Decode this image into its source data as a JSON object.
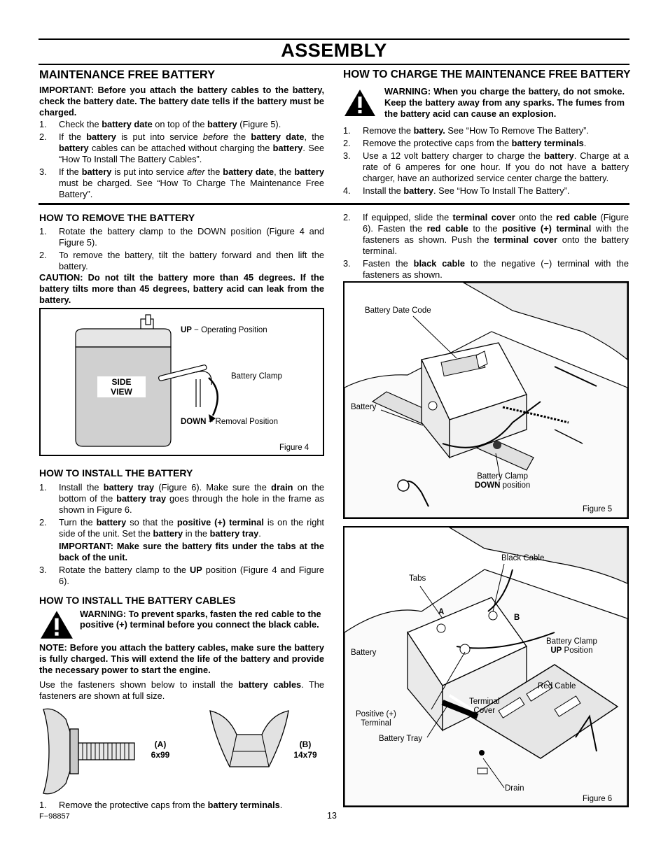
{
  "page_title": "ASSEMBLY",
  "left_top": {
    "heading": "MAINTENANCE FREE BATTERY",
    "important": "IMPORTANT: Before you attach the battery cables to the battery, check the battery date. The battery date tells if the battery must be charged.",
    "items": [
      {
        "num": "1.",
        "parts": [
          [
            "Check the ",
            0
          ],
          [
            "battery date",
            1
          ],
          [
            " on top of the ",
            0
          ],
          [
            "battery",
            1
          ],
          [
            " (Figure 5).",
            0
          ]
        ]
      },
      {
        "num": "2.",
        "parts": [
          [
            "If the ",
            0
          ],
          [
            "battery",
            1
          ],
          [
            " is put into service ",
            0
          ],
          [
            "before",
            2
          ],
          [
            " the ",
            0
          ],
          [
            "battery date",
            1
          ],
          [
            ", the ",
            0
          ],
          [
            "battery",
            1
          ],
          [
            " cables can be attached without charging the ",
            0
          ],
          [
            "battery",
            1
          ],
          [
            ". See “How To Install The Battery Cables”.",
            0
          ]
        ]
      },
      {
        "num": "3.",
        "parts": [
          [
            "If the ",
            0
          ],
          [
            "battery",
            1
          ],
          [
            " is put into service ",
            0
          ],
          [
            "after",
            2
          ],
          [
            " the ",
            0
          ],
          [
            "battery date",
            1
          ],
          [
            ", the ",
            0
          ],
          [
            "battery",
            1
          ],
          [
            " must be charged. See “How To Charge The Maintenance Free Battery”.",
            0
          ]
        ]
      }
    ]
  },
  "right_top": {
    "heading": "HOW TO CHARGE THE MAINTENANCE FREE BATTERY",
    "warning": "WARNING: When you charge the battery, do not smoke. Keep the battery away from any sparks. The fumes from the battery acid can cause an explosion.",
    "items": [
      {
        "num": "1.",
        "parts": [
          [
            "Remove the ",
            0
          ],
          [
            "battery.",
            1
          ],
          [
            " See “How To Remove The Battery”.",
            0
          ]
        ]
      },
      {
        "num": "2.",
        "parts": [
          [
            "Remove the protective caps from the ",
            0
          ],
          [
            "battery terminals",
            1
          ],
          [
            ".",
            0
          ]
        ]
      },
      {
        "num": "3.",
        "parts": [
          [
            "Use a 12 volt battery charger to charge the ",
            0
          ],
          [
            "battery",
            1
          ],
          [
            ". Charge at a rate of 6 amperes for one hour. If you do not have a battery charger, have an authorized service center charge the battery.",
            0
          ]
        ]
      },
      {
        "num": "4.",
        "parts": [
          [
            "Install the ",
            0
          ],
          [
            "battery",
            1
          ],
          [
            ". See “How To Install The Battery”.",
            0
          ]
        ]
      }
    ]
  },
  "remove": {
    "heading": "HOW TO REMOVE THE BATTERY",
    "items": [
      {
        "num": "1.",
        "parts": [
          [
            "Rotate the battery clamp to the DOWN position (Figure 4 and Figure 5).",
            0
          ]
        ]
      },
      {
        "num": "2.",
        "parts": [
          [
            "To remove the battery, tilt the battery forward and then lift the battery.",
            0
          ]
        ]
      }
    ],
    "caution": "CAUTION: Do not tilt the battery more than 45 degrees. If the battery tilts more than 45 degrees, battery acid can leak from the battery."
  },
  "figure4": {
    "side_view": [
      "SIDE",
      "VIEW"
    ],
    "up_bold": "UP",
    "up_rest": " − Operating Position",
    "clamp": "Battery Clamp",
    "down_bold": "DOWN",
    "down_rest": " − Removal Position",
    "caption": "Figure 4"
  },
  "install": {
    "heading": "HOW TO INSTALL THE BATTERY",
    "items": [
      {
        "num": "1.",
        "parts": [
          [
            "Install the ",
            0
          ],
          [
            "battery tray",
            1
          ],
          [
            " (Figure 6). Make sure the ",
            0
          ],
          [
            "drain",
            1
          ],
          [
            " on the bottom of the ",
            0
          ],
          [
            "battery tray",
            1
          ],
          [
            " goes through the hole in the frame as shown in Figure 6.",
            0
          ]
        ]
      },
      {
        "num": "2.",
        "parts": [
          [
            "Turn the ",
            0
          ],
          [
            "battery",
            1
          ],
          [
            " so that the ",
            0
          ],
          [
            "positive (+) terminal",
            1
          ],
          [
            " is on the right side of the unit. Set the ",
            0
          ],
          [
            "battery",
            1
          ],
          [
            " in the ",
            0
          ],
          [
            "battery tray",
            1
          ],
          [
            ".",
            0
          ]
        ]
      },
      {
        "num": "",
        "parts": [
          [
            "IMPORTANT: Make sure the battery fits under the tabs at the back of the unit.",
            1
          ]
        ]
      },
      {
        "num": "3.",
        "parts": [
          [
            "Rotate the battery clamp to the ",
            0
          ],
          [
            "UP",
            1
          ],
          [
            " position (Figure 4 and Figure 6).",
            0
          ]
        ]
      }
    ]
  },
  "cables": {
    "heading": "HOW TO INSTALL THE BATTERY CABLES",
    "warning": "WARNING: To prevent sparks, fasten the red cable to the positive (+) terminal before you connect the black cable.",
    "note": "NOTE: Before you attach the battery cables, make sure the battery is fully charged. This will extend the life of the battery and  provide the necessary power to start the engine.",
    "use_parts": [
      [
        "Use the fasteners shown below to install the ",
        0
      ],
      [
        "battery cables",
        1
      ],
      [
        ". The fasteners are shown at full size.",
        0
      ]
    ],
    "fastener_a": [
      "(A)",
      "6x99"
    ],
    "fastener_b": [
      "(B)",
      "14x79"
    ],
    "item1": {
      "num": "1.",
      "parts": [
        [
          "Remove the protective caps from the ",
          0
        ],
        [
          "battery terminals",
          1
        ],
        [
          ".",
          0
        ]
      ]
    }
  },
  "right_bottom": {
    "items": [
      {
        "num": "2.",
        "parts": [
          [
            "If equipped, slide the ",
            0
          ],
          [
            "terminal cover",
            1
          ],
          [
            " onto the ",
            0
          ],
          [
            "red cable",
            1
          ],
          [
            " (Figure 6). Fasten the ",
            0
          ],
          [
            "red cable",
            1
          ],
          [
            " to the ",
            0
          ],
          [
            "positive (+) terminal",
            1
          ],
          [
            " with the fasteners as shown. Push the ",
            0
          ],
          [
            "terminal cover",
            1
          ],
          [
            " onto the battery terminal.",
            0
          ]
        ]
      },
      {
        "num": "3.",
        "parts": [
          [
            "Fasten the ",
            0
          ],
          [
            "black cable",
            1
          ],
          [
            " to the negative (−) terminal with the fasteners as shown.",
            0
          ]
        ]
      }
    ]
  },
  "figure5": {
    "date_code": "Battery Date Code",
    "battery": "Battery",
    "clamp": "Battery Clamp",
    "clamp_pos_bold": "DOWN",
    "clamp_pos_rest": " position",
    "caption": "Figure 5"
  },
  "figure6": {
    "black_cable": "Black Cable",
    "tabs": "Tabs",
    "a": "A",
    "b": "B",
    "clamp": "Battery Clamp",
    "clamp_pos_bold": "UP",
    "clamp_pos_rest": " Position",
    "battery": "Battery",
    "red_cable": "Red Cable",
    "terminal_cover": [
      "Terminal",
      "Cover"
    ],
    "positive": [
      "Positive (+)",
      "Terminal"
    ],
    "tray": "Battery Tray",
    "drain": "Drain",
    "caption": "Figure 6"
  },
  "footer": {
    "code": "F−98857",
    "page": "13"
  }
}
